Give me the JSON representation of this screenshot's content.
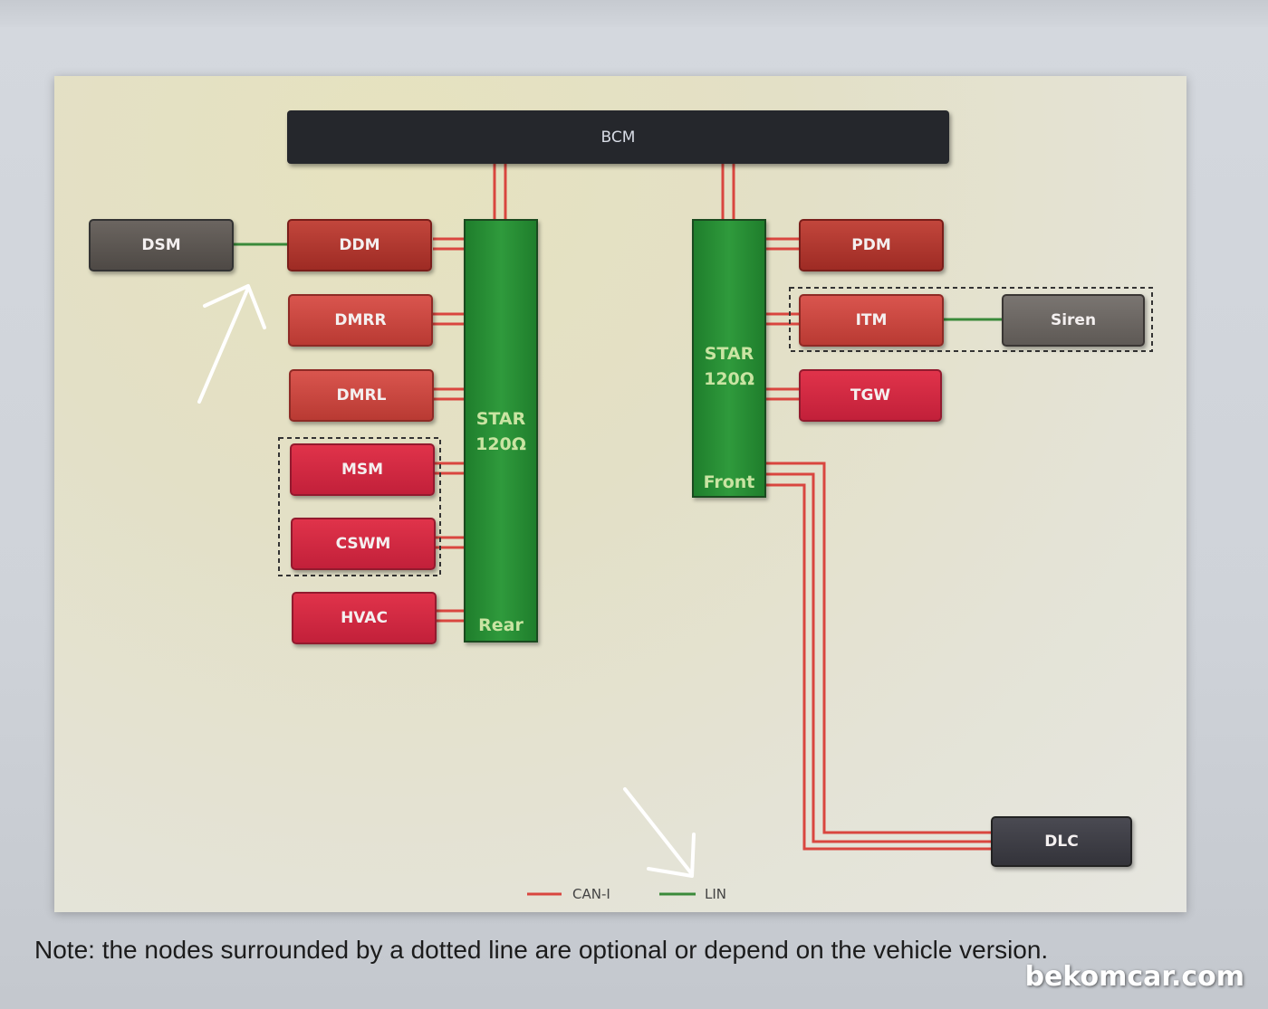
{
  "diagram": {
    "bcm": "BCM",
    "nodes": {
      "dsm": "DSM",
      "ddm": "DDM",
      "dmrr": "DMRR",
      "dmrl": "DMRL",
      "msm": "MSM",
      "cswm": "CSWM",
      "hvac": "HVAC",
      "pdm": "PDM",
      "itm": "ITM",
      "siren": "Siren",
      "tgw": "TGW",
      "dlc": "DLC"
    },
    "star_rear": {
      "title": "STAR",
      "resistance": "120Ω",
      "position": "Rear"
    },
    "star_front": {
      "title": "STAR",
      "resistance": "120Ω",
      "position": "Front"
    },
    "legend": {
      "can": "CAN-I",
      "lin": "LIN"
    },
    "colors": {
      "can_wire": "#d9463f",
      "lin_wire": "#3a8a3a",
      "star": "#2f9a3c",
      "bcm": "#25272c"
    }
  },
  "note": "Note: the nodes surrounded by a dotted line are optional or depend on the vehicle version.",
  "watermark": "bekomcar.com"
}
